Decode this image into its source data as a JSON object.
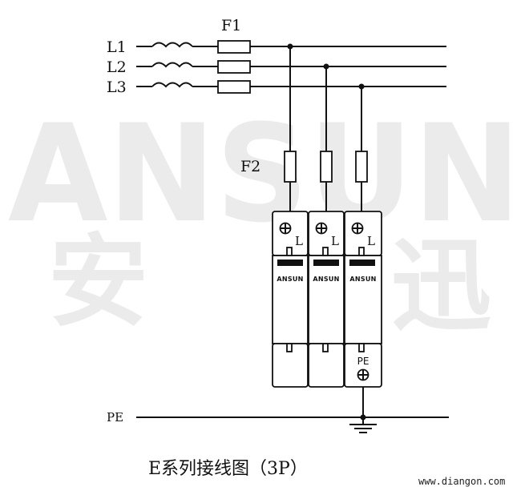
{
  "watermark": {
    "brand": "ANSUN",
    "char_left": "安",
    "char_right": "迅"
  },
  "lines": [
    {
      "label": "L1"
    },
    {
      "label": "L2"
    },
    {
      "label": "L3"
    }
  ],
  "fuse_main_label": "F1",
  "fuse_branch_label": "F2",
  "module": {
    "terminal_label": "L",
    "brand": "ANSUN",
    "pe_label": "PE"
  },
  "pe_line_label": "PE",
  "title": "E系列接线图（3P）",
  "website": "www.diangon.com"
}
